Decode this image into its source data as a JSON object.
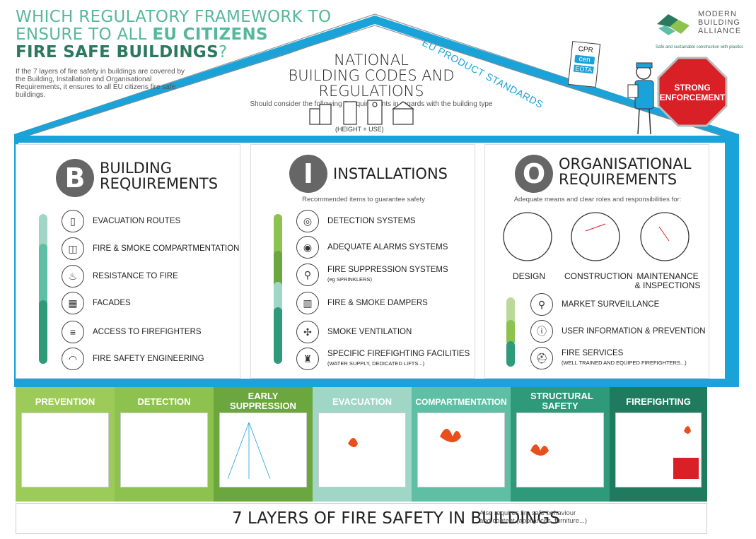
{
  "title": {
    "line1": "WHICH REGULATORY FRAMEWORK TO",
    "line2_a": "ENSURE TO ALL ",
    "line2_b": "EU CITIZENS",
    "line3_a": "FIRE SAFE BUILDINGS",
    "line3_b": "?"
  },
  "intro": "If the 7 layers of fire safety in buildings are covered by the Building, Installation and Organisational Requirements, it ensures to all EU citizens fire safe buildings.",
  "logo": {
    "name1": "MODERN",
    "name2": "BUILDING",
    "name3": "ALLIANCE",
    "tagline": "Safe and sustainable construction with plastics"
  },
  "eu_standards": "EU PRODUCT STANDARDS",
  "badges": {
    "cpr": "CPR",
    "cen": "cen",
    "eota": "EOTA"
  },
  "national": {
    "title1": "NATIONAL",
    "title2": "BUILDING CODES AND REGULATIONS",
    "subtitle": "Should consider the following 3 requirements in regards with the building type",
    "height_use": "(HEIGHT + USE)"
  },
  "enforcement": {
    "line1": "STRONG",
    "line2": "ENFORCEMENT"
  },
  "building": {
    "letter": "B",
    "title1": "BUILDING",
    "title2": "REQUIREMENTS",
    "items": [
      {
        "label": "EVACUATION ROUTES",
        "icon": "exit-door-icon"
      },
      {
        "label": "FIRE & SMOKE COMPARTMENTATION",
        "icon": "double-door-icon"
      },
      {
        "label": "RESISTANCE TO FIRE",
        "icon": "flame-icon"
      },
      {
        "label": "FACADES",
        "icon": "facade-icon"
      },
      {
        "label": "ACCESS TO FIREFIGHTERS",
        "icon": "ladder-icon"
      },
      {
        "label": "FIRE SAFETY ENGINEERING",
        "icon": "helmet-icon"
      }
    ]
  },
  "installations": {
    "letter": "I",
    "title": "INSTALLATIONS",
    "subtitle": "Recommended items to guarantee safety",
    "items": [
      {
        "label": "DETECTION SYSTEMS",
        "note": "",
        "icon": "smoke-detector-icon"
      },
      {
        "label": "ADEQUATE ALARMS SYSTEMS",
        "note": "",
        "icon": "alarm-icon"
      },
      {
        "label": "FIRE SUPPRESSION SYSTEMS",
        "note": "(eg SPRINKLERS)",
        "icon": "extinguisher-icon"
      },
      {
        "label": "FIRE & SMOKE DAMPERS",
        "note": "",
        "icon": "damper-icon"
      },
      {
        "label": "SMOKE VENTILATION",
        "note": "",
        "icon": "fan-icon"
      },
      {
        "label": "SPECIFIC FIREFIGHTING FACILITIES",
        "note": "(WATER SUPPLY, DEDICATED LIFTS...)",
        "icon": "hydrant-icon"
      }
    ]
  },
  "organisational": {
    "letter": "O",
    "title1": "ORGANISATIONAL",
    "title2": "REQUIREMENTS",
    "subtitle": "Adequate means and clear roles and responsibilities for:",
    "roles": [
      {
        "label1": "DESIGN",
        "label2": ""
      },
      {
        "label1": "CONSTRUCTION",
        "label2": ""
      },
      {
        "label1": "MAINTENANCE",
        "label2": "& INSPECTIONS"
      }
    ],
    "items": [
      {
        "label": "MARKET SURVEILLANCE",
        "note": "",
        "icon": "magnifier-icon"
      },
      {
        "label": "USER INFORMATION & PREVENTION",
        "note": "",
        "icon": "info-icon"
      },
      {
        "label": "FIRE SERVICES",
        "note": "(WELL TRAINED AND EQUIPED FIREFIGHTERS...)",
        "icon": "firefighter-icon"
      }
    ]
  },
  "layers": [
    {
      "label": "PREVENTION",
      "color": "#9ccb5a"
    },
    {
      "label": "DETECTION",
      "color": "#8dc24f"
    },
    {
      "label": "EARLY SUPPRESSION",
      "color": "#6ba63e"
    },
    {
      "label": "EVACUATION",
      "color": "#9fd6c6"
    },
    {
      "label": "COMPARTMENTATION",
      "color": "#5fbfa5"
    },
    {
      "label": "STRUCTURAL SAFETY",
      "color": "#2e9a7a"
    },
    {
      "label": "FIREFIGHTING",
      "color": "#1f7a5e"
    }
  ],
  "layers_title": "7 LAYERS OF FIRE SAFETY IN BUILDINGS",
  "layers_note1": "Also requires fire safe behaviour",
  "layers_note2": "and content (appliances, furniture...)",
  "colors": {
    "accent_blue": "#1aa3d9",
    "title_green": "#56b89a",
    "dark_green": "#2b7a5f",
    "stop_red": "#d92027"
  }
}
